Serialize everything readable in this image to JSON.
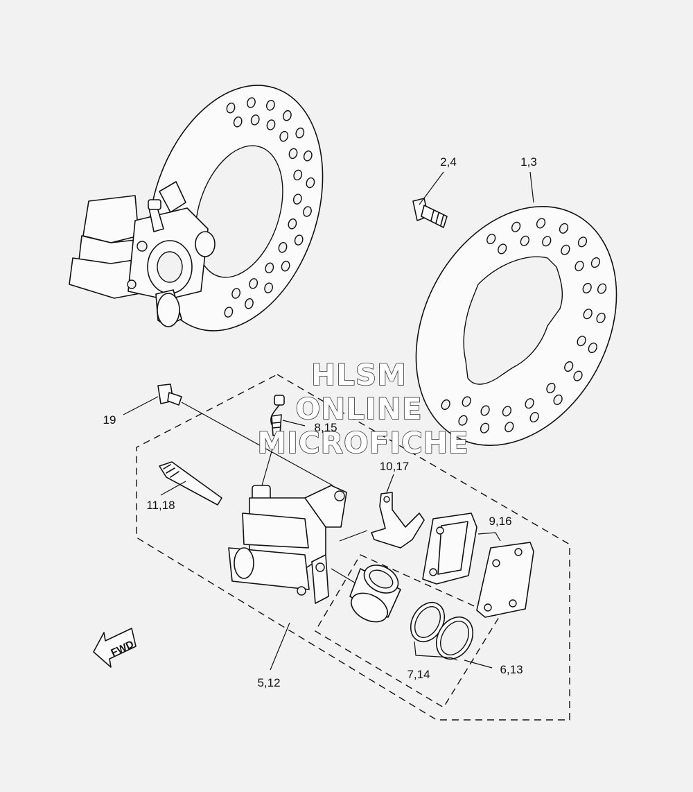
{
  "labels": {
    "disc_bolt": "2,4",
    "brake_disc": "1,3",
    "caliper_bolt": "19",
    "bleed_screw": "8,15",
    "pin": "11,18",
    "support": "10,17",
    "pad_kit": "9,16",
    "caliper_assy": "5,12",
    "seal_kit": "7,14",
    "caliper_seal_kit": "6,13"
  },
  "watermark": {
    "line1": "HLSM",
    "line2": "ONLINE",
    "line3": "MICROFICHE"
  },
  "direction_arrow": "FWD",
  "colors": {
    "background": "#f2f2f2",
    "line": "#111111"
  }
}
